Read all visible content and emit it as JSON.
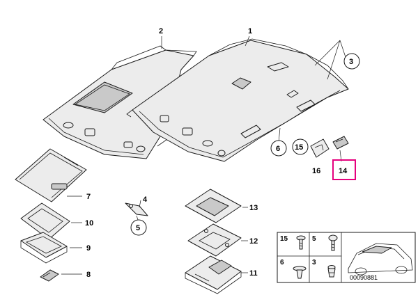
{
  "callouts": {
    "c1": "1",
    "c2": "2",
    "c3": "3",
    "c4": "4",
    "c5": "5",
    "c6": "6",
    "c7": "7",
    "c8": "8",
    "c9": "9",
    "c10": "10",
    "c11": "11",
    "c12": "12",
    "c13": "13",
    "c14": "14",
    "c15": "15",
    "c16": "16"
  },
  "legend": {
    "r1a": "15",
    "r1b": "5",
    "r2a": "6",
    "r2b": "3"
  },
  "diagram_number": "00090881",
  "highlight_color": "#e5007d"
}
